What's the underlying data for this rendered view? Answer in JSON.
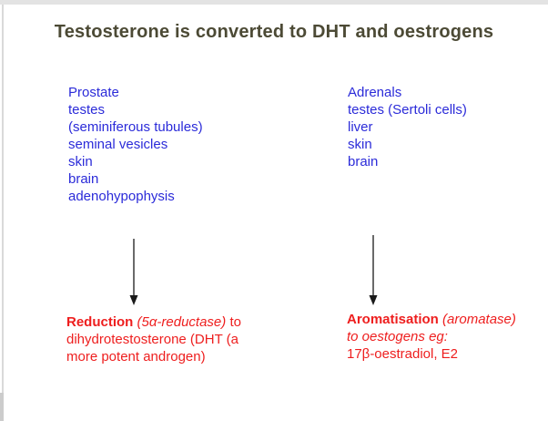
{
  "slide": {
    "title": "Testosterone is converted to DHT and oestrogens",
    "colors": {
      "title_text": "#4c4a35",
      "site_text": "#2b2bd9",
      "result_text": "#ee1e1e",
      "arrow": "#1a1a1a",
      "page_edge": "#e3e3e3"
    },
    "sites_left": {
      "items": [
        "Prostate",
        "testes",
        "(seminiferous tubules)",
        "seminal vesicles",
        "skin",
        "brain",
        "adenohypophysis"
      ]
    },
    "sites_right": {
      "items": [
        "Adrenals",
        "testes (Sertoli cells)",
        "liver",
        "skin",
        "brain"
      ]
    },
    "reduction": {
      "lead_bold": "Reduction",
      "lead_italic": "(5α-reductase)",
      "lead_tail": "to",
      "line2": "dihydrotestosterone (DHT (a",
      "line3": "more potent androgen)"
    },
    "aromatisation": {
      "lead_bold": "Aromatisation",
      "lead_italic": "(aromatase)",
      "line2_italic": "to oestogens eg:",
      "line3": "17β-oestradiol, E2"
    }
  }
}
